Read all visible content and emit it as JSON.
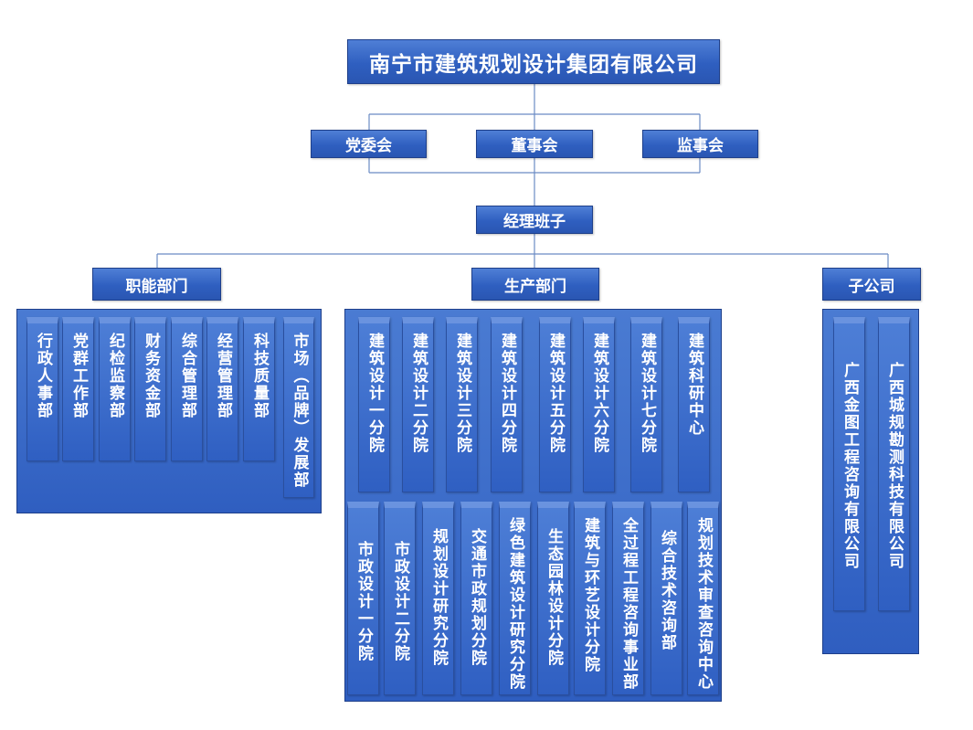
{
  "company": "南宁市建筑规划设计集团有限公司",
  "boards": [
    "党委会",
    "董事会",
    "监事会"
  ],
  "management": "经理班子",
  "branches": {
    "functional": {
      "label": "职能部门",
      "items": [
        "行政人事部",
        "党群工作部",
        "纪检监察部",
        "财务资金部",
        "综合管理部",
        "经营管理部",
        "科技质量部",
        "市场（品牌）发展部"
      ]
    },
    "production": {
      "label": "生产部门",
      "row1": [
        "建筑设计一分院",
        "建筑设计二分院",
        "建筑设计三分院",
        "建筑设计四分院",
        "建筑设计五分院",
        "建筑设计六分院",
        "建筑设计七分院",
        "建筑科研中心"
      ],
      "row2": [
        "市政设计一分院",
        "市政设计二分院",
        "规划设计研究分院",
        "交通市政规划分院",
        "绿色建筑设计研究分院",
        "生态园林设计分院",
        "建筑与环艺设计分院",
        "全过程工程咨询事业部",
        "综合技术咨询部",
        "规划技术审查咨询中心"
      ]
    },
    "subsidiary": {
      "label": "子公司",
      "items": [
        "广西金图工程咨询有限公司",
        "广西城规勘测科技有限公司"
      ]
    }
  }
}
